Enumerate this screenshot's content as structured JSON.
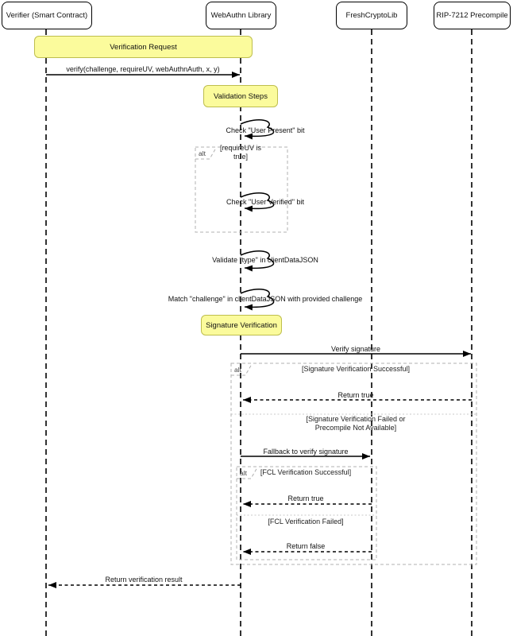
{
  "diagram_type": "uml-sequence-diagram",
  "participants": [
    {
      "label": "Verifier (Smart Contract)"
    },
    {
      "label": "WebAuthn Library"
    },
    {
      "label": "FreshCryptoLib"
    },
    {
      "label": "RIP-7212 Precompile"
    }
  ],
  "notes": [
    {
      "label": "Verification Request"
    },
    {
      "label": "Validation Steps"
    },
    {
      "label": "Signature Verification"
    }
  ],
  "messages": {
    "verify_call": "verify(challenge, requireUV, webAuthnAuth, x, y)",
    "check_user_present": "Check \"User Present\" bit",
    "check_user_verified": "Check \"User Verified\" bit",
    "validate_type": "Validate \"type\" in clientDataJSON",
    "match_challenge": "Match \"challenge\" in clientDataJSON with provided challenge",
    "verify_signature": "Verify signature",
    "return_true_precompile": "Return true",
    "fallback_verify": "Fallback to verify signature",
    "return_true_fcl": "Return true",
    "return_false_fcl": "Return false",
    "return_result": "Return verification result"
  },
  "fragments": {
    "uv_alt": {
      "operator": "alt",
      "guard": "[requireUV is true]"
    },
    "sig_alt": {
      "operator": "alt",
      "guard_success": "[Signature Verification Successful]",
      "guard_fail": "[Signature Verification Failed or Precompile Not Available]"
    },
    "fcl_alt": {
      "operator": "alt",
      "guard_success": "[FCL Verification Successful]",
      "guard_fail": "[FCL Verification Failed]"
    }
  },
  "colors": {
    "note_fill": "#fbfb9c",
    "note_border": "#bebe4e",
    "fragment_border": "#b0b0b0",
    "line_color": "#000000",
    "background": "#ffffff"
  }
}
